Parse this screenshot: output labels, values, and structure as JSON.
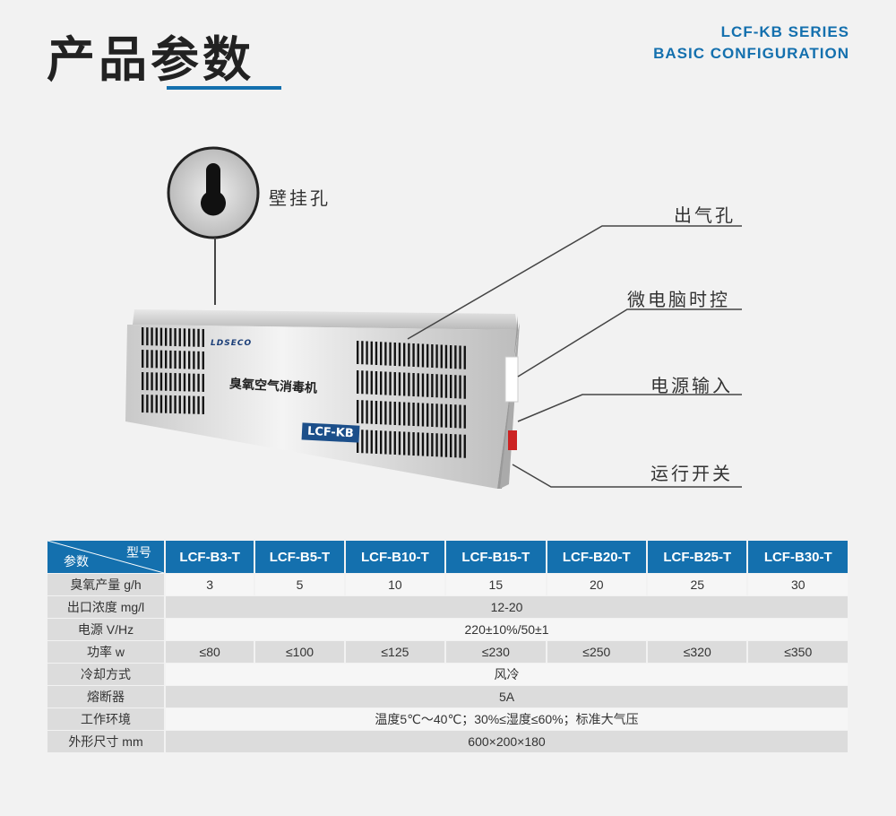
{
  "header": {
    "title_a": "产品",
    "title_b": "参数",
    "series_line1": "LCF-KB SERIES",
    "series_line2": "BASIC CONFIGURATION"
  },
  "product": {
    "brand": "LDSECO",
    "name": "臭氧空气消毒机",
    "badge": "LCF-KB"
  },
  "callouts": {
    "wall_hole": "壁挂孔",
    "outlet": "出气孔",
    "timer": "微电脑时控",
    "power_input": "电源输入",
    "switch": "运行开关"
  },
  "table": {
    "corner_top": "型号",
    "corner_bottom": "参数",
    "models": [
      "LCF-B3-T",
      "LCF-B5-T",
      "LCF-B10-T",
      "LCF-B15-T",
      "LCF-B20-T",
      "LCF-B25-T",
      "LCF-B30-T"
    ],
    "ozone_label": "臭氧产量 g/h",
    "ozone": [
      "3",
      "5",
      "10",
      "15",
      "20",
      "25",
      "30"
    ],
    "conc_label": "出口浓度 mg/l",
    "conc": "12-20",
    "power_label": "电源 V/Hz",
    "power": "220±10%/50±1",
    "watt_label": "功率 w",
    "watt": [
      "≤80",
      "≤100",
      "≤125",
      "≤230",
      "≤250",
      "≤320",
      "≤350"
    ],
    "cool_label": "冷却方式",
    "cool": "风冷",
    "fuse_label": "熔断器",
    "fuse": "5A",
    "env_label": "工作环境",
    "env": "温度5℃～40℃；30%≤湿度≤60%；标准大气压",
    "size_label": "外形尺寸 mm",
    "size": "600×200×180"
  }
}
